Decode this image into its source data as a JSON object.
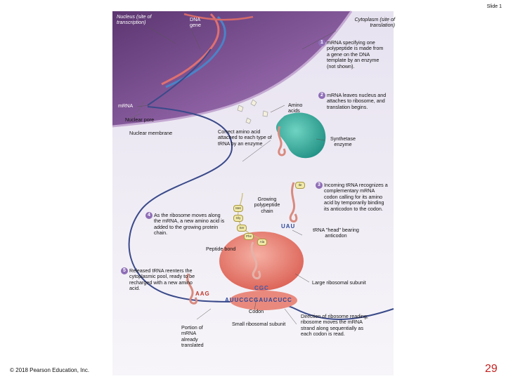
{
  "slide": {
    "label": "Slide 1",
    "page_number": "29",
    "copyright": "© 2018 Pearson Education, Inc."
  },
  "labels": {
    "nucleus": "Nucleus (site of transcription)",
    "dna_gene": "DNA gene",
    "cytoplasm": "Cytoplasm (site of translation)",
    "mrna": "mRNA",
    "amino_acids": "Amino acids",
    "nuclear_pore": "Nuclear pore",
    "nuclear_membrane": "Nuclear membrane",
    "correct_amino": "Correct amino acid attached to each type of tRNA by an enzyme",
    "synthetase": "Synthetase enzyme",
    "growing_chain": "Growing polypeptide chain",
    "peptide_bond": "Peptide bond",
    "trna_head": "tRNA \"head\" bearing anticodon",
    "large_subunit": "Large ribosomal subunit",
    "codon": "Codon",
    "small_subunit": "Small ribosomal subunit",
    "portion_translated": "Portion of mRNA already translated",
    "direction": "Direction of ribosome reading; ribosome moves the mRNA strand along sequentially as each codon is read."
  },
  "steps": [
    {
      "num": "1",
      "text": "mRNA specifying one polypeptide is made from a gene on the DNA template by an enzyme (not shown)."
    },
    {
      "num": "2",
      "text": "mRNA leaves nucleus and attaches to ribosome, and translation begins."
    },
    {
      "num": "3",
      "text": "Incoming tRNA recognizes a complementary mRNA codon calling for its amino acid by temporarily binding its anticodon to the codon."
    },
    {
      "num": "4",
      "text": "As the ribosome moves along the mRNA, a new amino acid is added to the growing protein chain."
    },
    {
      "num": "5",
      "text": "Released tRNA reenters the cytoplasmic pool, ready to be recharged with a new amino acid."
    }
  ],
  "amino_acids": [
    "Met",
    "Gly",
    "Ser",
    "Phe",
    "Ala",
    "Ile"
  ],
  "sequences": {
    "mrna": "AUUCGCGAUACUCC",
    "anticodon_incoming": "UAU",
    "anticodon_bound": "CGC",
    "anticodon_released": "AAG"
  },
  "colors": {
    "nucleus": "#7a4d8f",
    "mrna": "#3a4a8a",
    "ribosome": "#e57a6e",
    "synthetase": "#2fa79a",
    "trna": "#d98a7e",
    "step_marker": "#8e6db6",
    "page_number": "#c62020"
  }
}
